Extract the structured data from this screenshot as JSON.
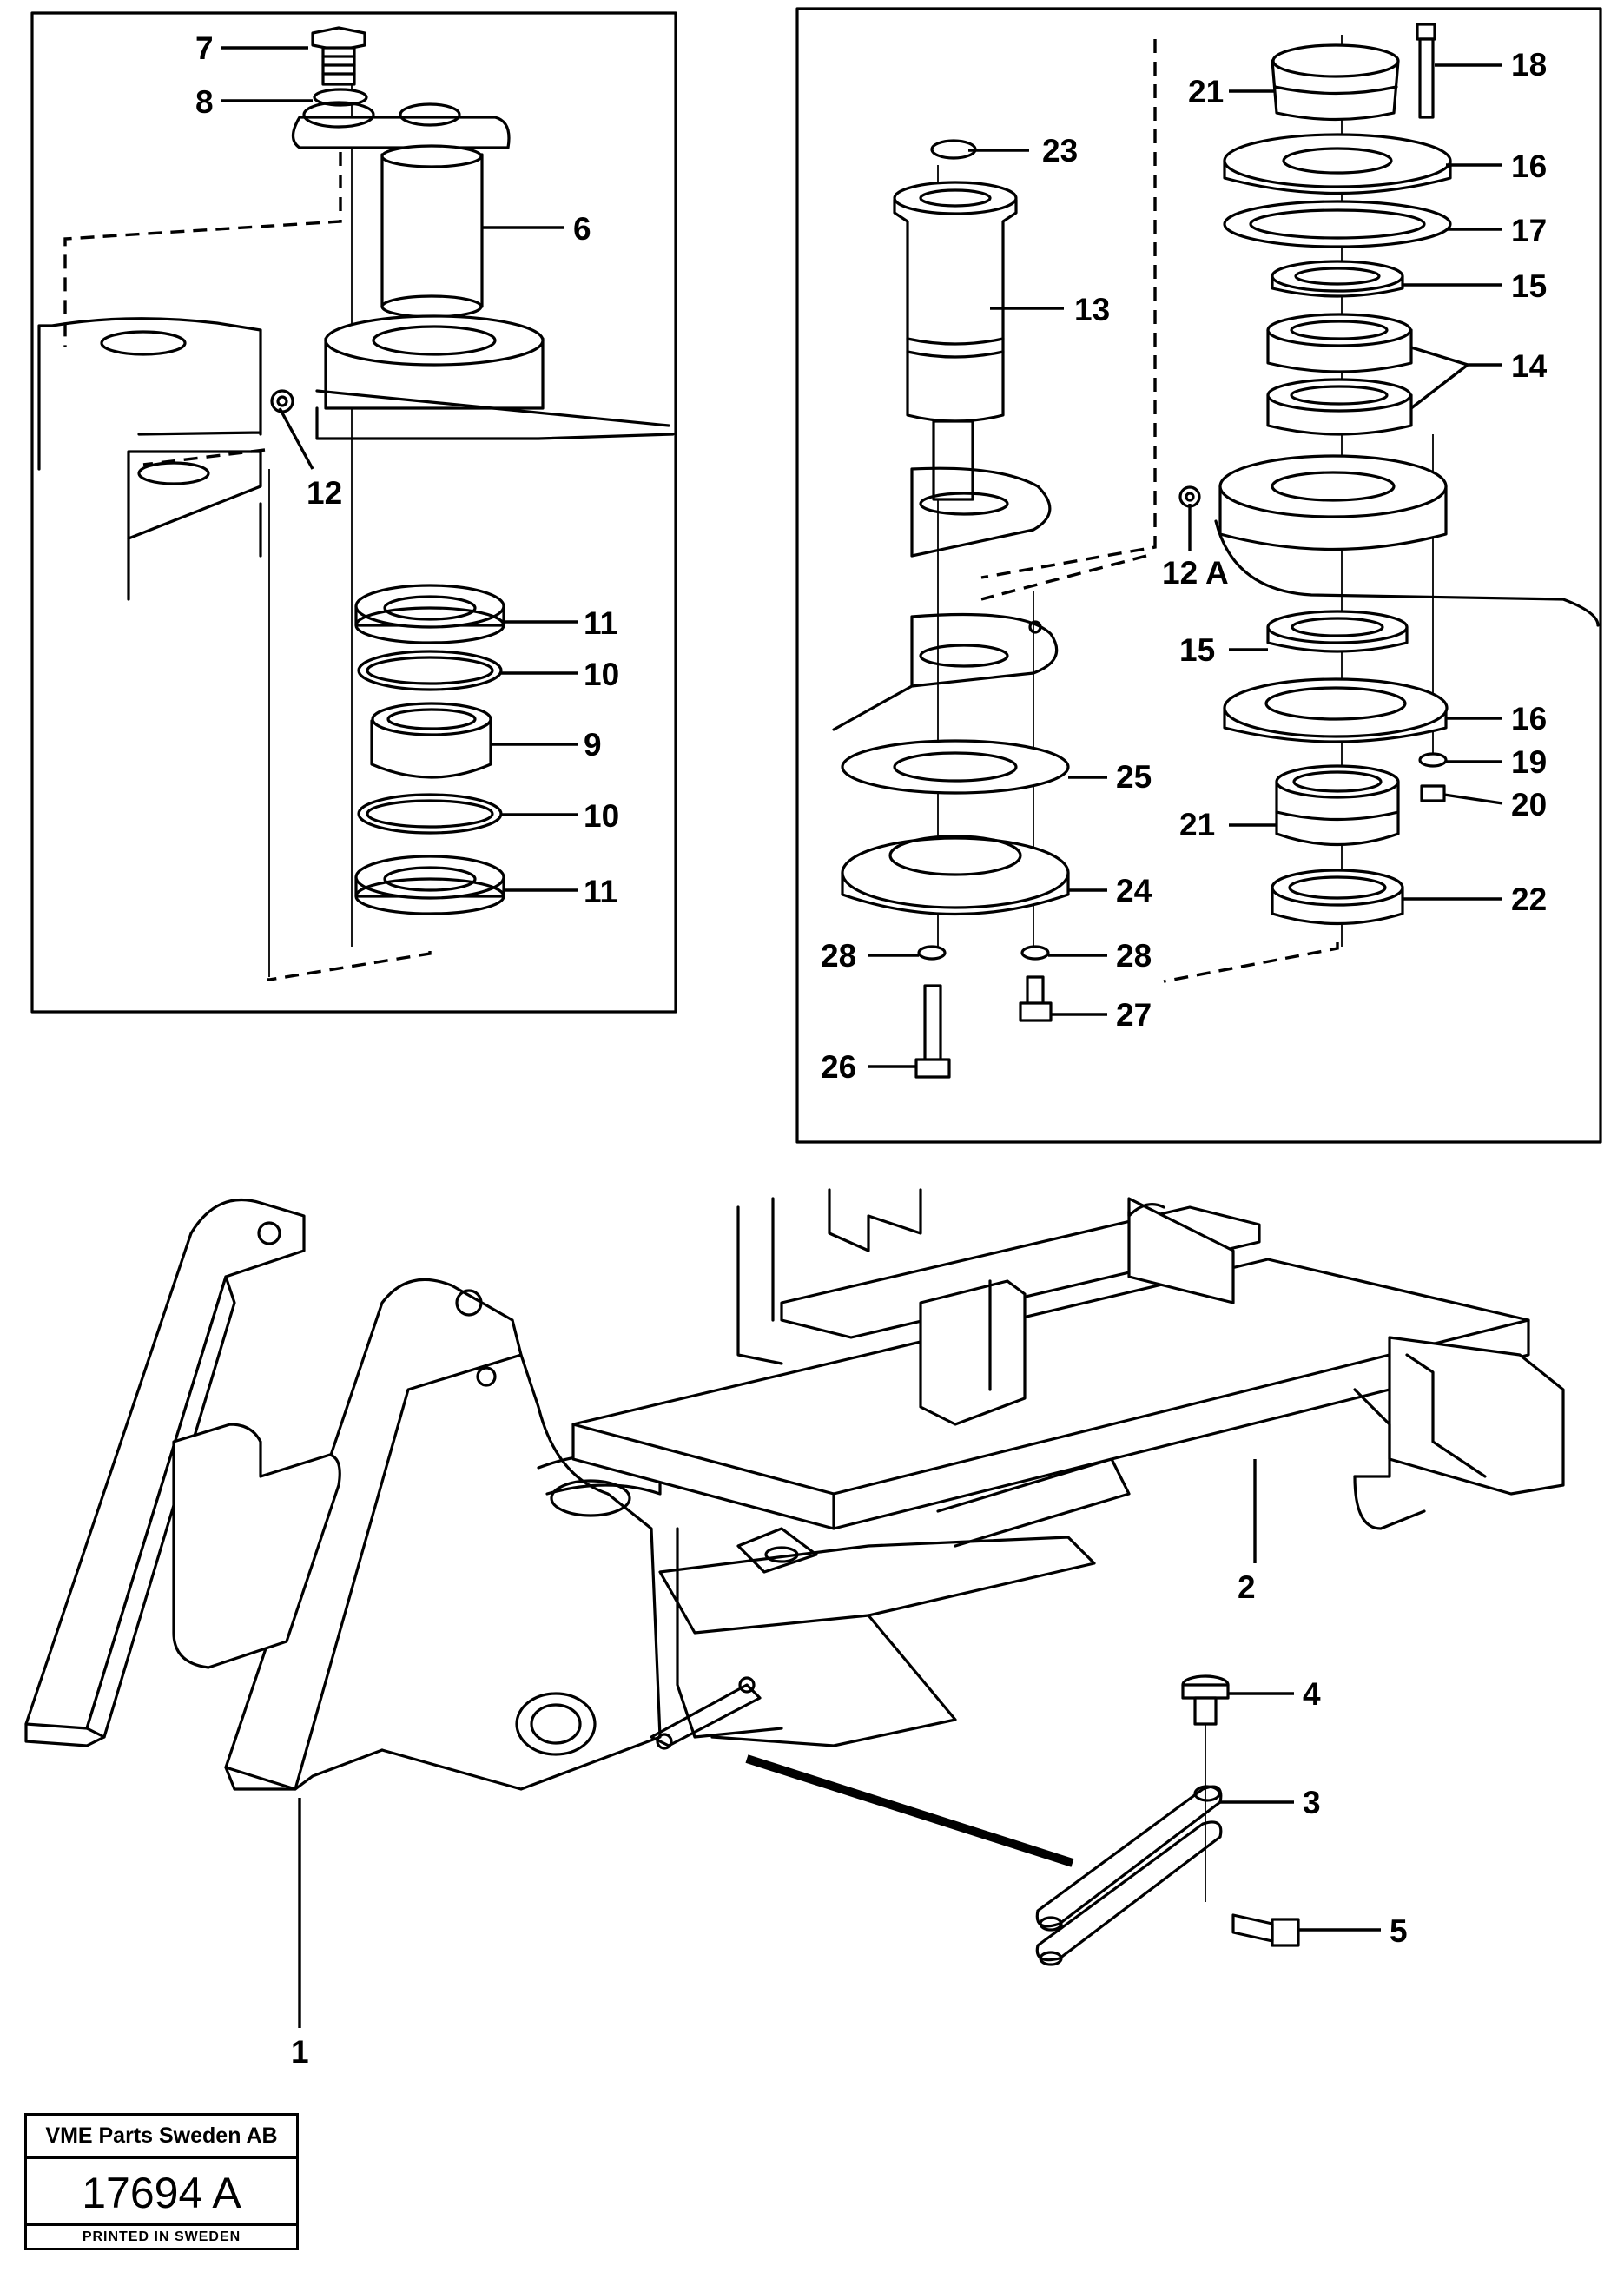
{
  "callouts": {
    "c1": "1",
    "c2": "2",
    "c3": "3",
    "c4": "4",
    "c5": "5",
    "c6": "6",
    "c7": "7",
    "c8": "8",
    "c9": "9",
    "c10a": "10",
    "c10b": "10",
    "c11a": "11",
    "c11b": "11",
    "c12": "12",
    "c12a": "12 A",
    "c13": "13",
    "c14": "14",
    "c15a": "15",
    "c15b": "15",
    "c16a": "16",
    "c16b": "16",
    "c17": "17",
    "c18": "18",
    "c19": "19",
    "c20": "20",
    "c21a": "21",
    "c21b": "21",
    "c22": "22",
    "c23": "23",
    "c24": "24",
    "c25": "25",
    "c26": "26",
    "c27": "27",
    "c28a": "28",
    "c28b": "28"
  },
  "stamp": {
    "company": "VME Parts Sweden AB",
    "code": "17694 A",
    "printed": "PRINTED IN SWEDEN"
  }
}
